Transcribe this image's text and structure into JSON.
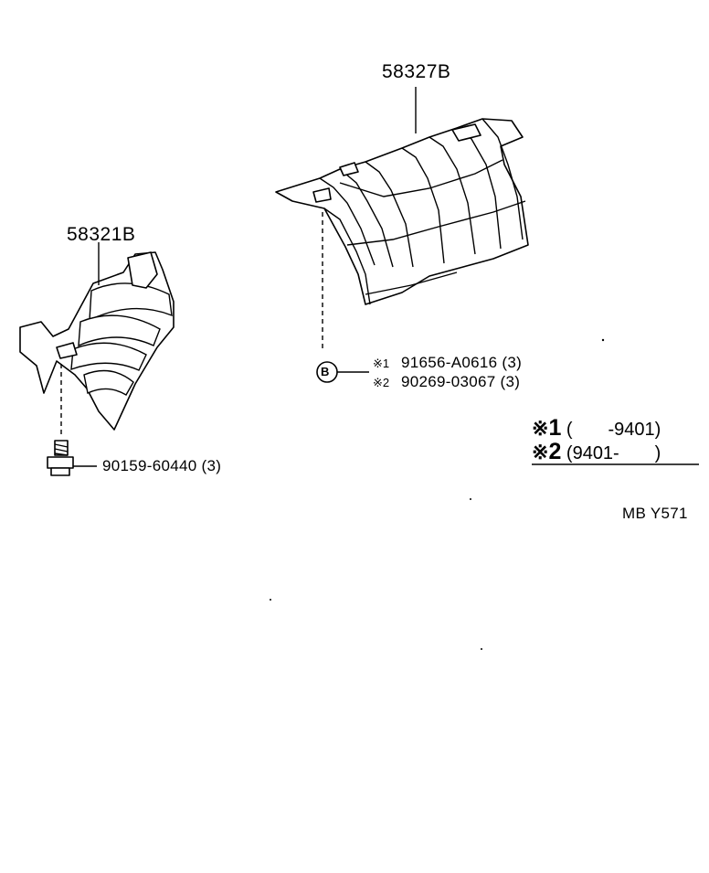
{
  "callouts": {
    "heat_insulator_rear": "58327B",
    "heat_insulator_front": "58321B",
    "bolt_front": "90159-60440 (3)",
    "ref_b_symbol": "B",
    "ref_b_mark_1": "※1",
    "ref_b_part_1": "91656-A0616 (3)",
    "ref_b_mark_2": "※2",
    "ref_b_part_2": "90269-03067 (3)"
  },
  "legend": {
    "mark_symbol": "※",
    "row1_num": "1",
    "row1_range": "(       -9401)",
    "row2_num": "2",
    "row2_range": "(9401-       )"
  },
  "diagram_code": "MB Y571"
}
